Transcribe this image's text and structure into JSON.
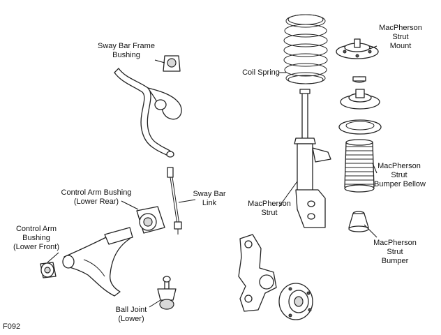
{
  "labels": {
    "sway_bar_frame_bushing": [
      "Sway Bar Frame",
      "Bushing"
    ],
    "coil_spring": [
      "Coil Spring"
    ],
    "strut_mount": [
      "MacPherson",
      "Strut",
      "Mount"
    ],
    "sway_bar_link": [
      "Sway Bar",
      "Link"
    ],
    "control_arm_bushing_lower_rear": [
      "Control Arm Bushing",
      "(Lower Rear)"
    ],
    "control_arm_bushing_lower_front": [
      "Control Arm",
      "Bushing",
      "(Lower Front)"
    ],
    "strut": [
      "MacPherson",
      "Strut"
    ],
    "strut_bumper_bellow": [
      "MacPherson",
      "Strut",
      "Bumper Bellow"
    ],
    "strut_bumper": [
      "MacPherson",
      "Strut",
      "Bumper"
    ],
    "ball_joint_lower": [
      "Ball Joint",
      "(Lower)"
    ]
  },
  "figure_code": "F092"
}
